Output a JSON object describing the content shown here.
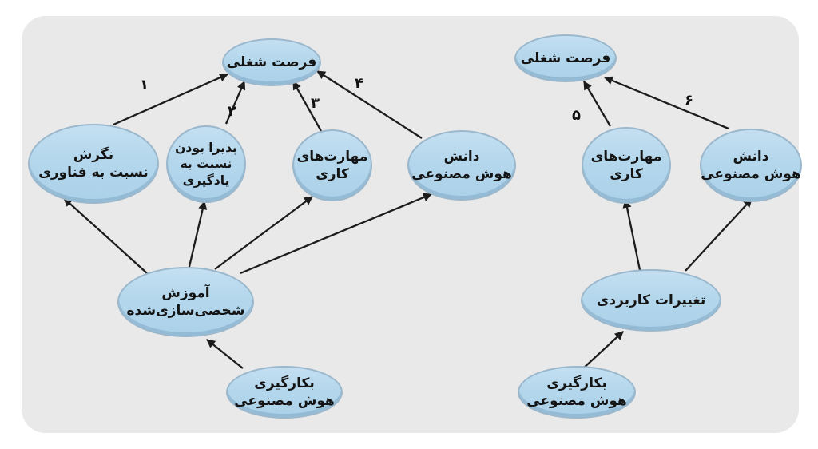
{
  "diagram": {
    "language": "fa",
    "colors": {
      "panel_bg": "#e9e9ea",
      "node_fill": "#b4d7ec",
      "node_border": "#9ab7cc",
      "arrow": "#1c1c1c",
      "text": "#141414"
    },
    "left": {
      "nodes": {
        "job_opportunity": {
          "lines": [
            "فرصت شغلی"
          ]
        },
        "attitude_technology": {
          "lines": [
            "نگرش",
            "نسبت به فناوری"
          ]
        },
        "openness_learning": {
          "lines": [
            "پذیرا بودن",
            "نسبت به",
            "یادگیری"
          ]
        },
        "work_skills": {
          "lines": [
            "مهارت‌های",
            "کاری"
          ]
        },
        "ai_knowledge": {
          "lines": [
            "دانش",
            "هوش مصنوعی"
          ]
        },
        "personalized_training": {
          "lines": [
            "آموزش",
            "شخصی‌سازی‌شده"
          ]
        },
        "ai_adoption": {
          "lines": [
            "بکارگیری",
            "هوش مصنوعی"
          ]
        }
      },
      "edges": [
        {
          "from": "attitude_technology",
          "to": "job_opportunity",
          "label": "۱"
        },
        {
          "from": "openness_learning",
          "to": "job_opportunity",
          "label": "۲"
        },
        {
          "from": "work_skills",
          "to": "job_opportunity",
          "label": "۳"
        },
        {
          "from": "ai_knowledge",
          "to": "job_opportunity",
          "label": "۴"
        },
        {
          "from": "personalized_training",
          "to": "attitude_technology",
          "label": ""
        },
        {
          "from": "personalized_training",
          "to": "openness_learning",
          "label": ""
        },
        {
          "from": "personalized_training",
          "to": "work_skills",
          "label": ""
        },
        {
          "from": "personalized_training",
          "to": "ai_knowledge",
          "label": ""
        },
        {
          "from": "ai_adoption",
          "to": "personalized_training",
          "label": ""
        }
      ]
    },
    "right": {
      "nodes": {
        "job_opportunity": {
          "lines": [
            "فرصت شغلی"
          ]
        },
        "work_skills": {
          "lines": [
            "مهارت‌های",
            "کاری"
          ]
        },
        "ai_knowledge": {
          "lines": [
            "دانش",
            "هوش مصنوعی"
          ]
        },
        "applied_changes": {
          "lines": [
            "تغییرات کاربردی"
          ]
        },
        "ai_adoption": {
          "lines": [
            "بکارگیری",
            "هوش مصنوعی"
          ]
        }
      },
      "edges": [
        {
          "from": "work_skills",
          "to": "job_opportunity",
          "label": "۵"
        },
        {
          "from": "ai_knowledge",
          "to": "job_opportunity",
          "label": "۶"
        },
        {
          "from": "applied_changes",
          "to": "work_skills",
          "label": ""
        },
        {
          "from": "applied_changes",
          "to": "ai_knowledge",
          "label": ""
        },
        {
          "from": "ai_adoption",
          "to": "applied_changes",
          "label": ""
        }
      ]
    }
  }
}
